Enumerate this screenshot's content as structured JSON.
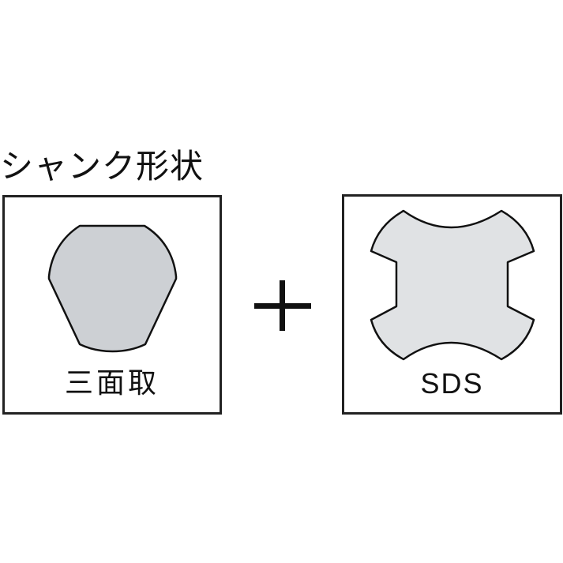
{
  "title": "シャンク形状",
  "panels": [
    {
      "label": "三面取",
      "shape": "three-flat-shank",
      "fill": "#cdd0d4"
    },
    {
      "label": "SDS",
      "shape": "sds-shank",
      "fill": "#e0e2e4"
    }
  ],
  "operator": "+",
  "colors": {
    "stroke": "#111111",
    "border": "#222222",
    "background": "#ffffff"
  }
}
